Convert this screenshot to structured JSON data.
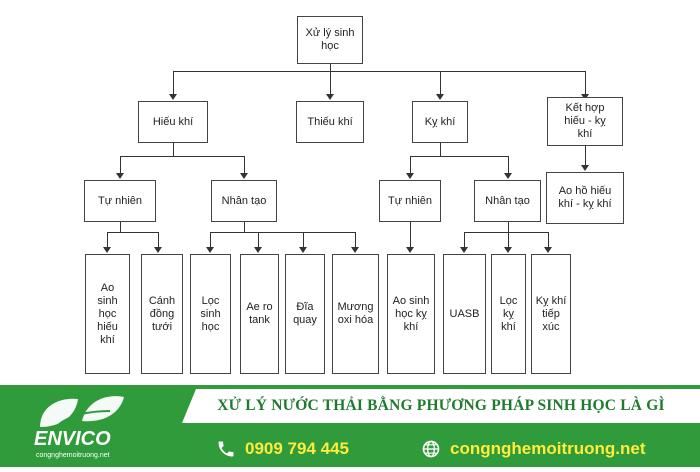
{
  "diagram": {
    "root": "Xử lý sinh\nhọc",
    "level1": {
      "aerobic": "Hiếu khí",
      "anoxic": "Thiếu khí",
      "anaerobic": "Kỵ khí",
      "combined": "Kết hợp\nhiếu - kỵ\nkhí"
    },
    "level2": {
      "aerobic_natural": "Tự nhiên",
      "aerobic_artificial": "Nhân tạo",
      "anaerobic_natural": "Tự nhiên",
      "anaerobic_artificial": "Nhân tạo",
      "combined_pond": "Ao hồ hiếu\nkhí - kỵ khí"
    },
    "leaves": {
      "aerobic_pond": "Ao\nsinh\nhọc\nhiếu\nkhí",
      "irrigation_field": "Cánh\nđồng\ntưới",
      "biofilter": "Lọc\nsinh\nhọc",
      "aerotank": "Ae ro\ntank",
      "rotating_disc": "Đĩa\nquay",
      "oxidation_ditch": "Mương\noxi hóa",
      "anaerobic_pond": "Ao sinh\nhọc kỵ\nkhí",
      "uasb": "UASB",
      "anaerobic_filter": "Lọc\nkỵ\nkhí",
      "contact_anaerobic": "Kỵ khí\ntiếp\nxúc"
    }
  },
  "footer": {
    "logo_text": "ENVICO",
    "logo_url": "congnghemoitruong.net",
    "title": "XỬ LÝ NƯỚC THẢI BẰNG PHƯƠNG PHÁP SINH HỌC LÀ GÌ",
    "phone": "0909 794 445",
    "website": "congnghemoitruong.net"
  },
  "colors": {
    "brand_green": "#2f9b3a",
    "title_green": "#1f7a2e",
    "contact_yellow": "#ffeb3b"
  }
}
